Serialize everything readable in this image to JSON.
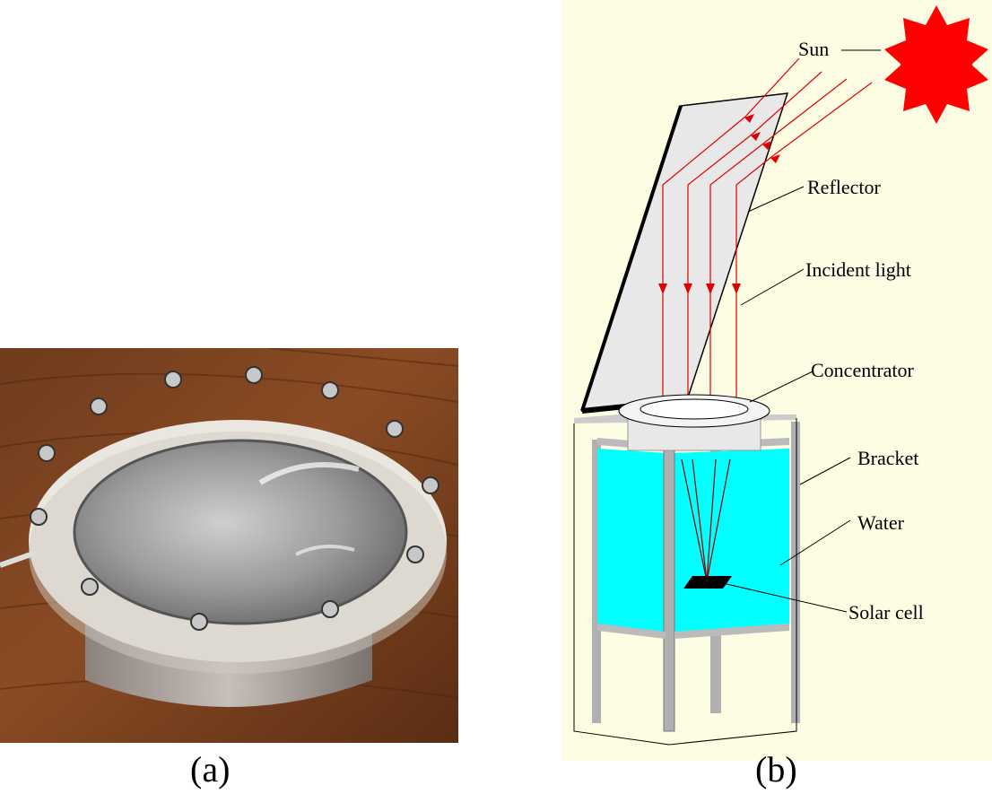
{
  "panel_a": {
    "caption": "(a)",
    "photo_subject": "concentrator-lens-with-bolted-flange"
  },
  "panel_b": {
    "caption": "(b)",
    "labels": {
      "sun": "Sun",
      "reflector": "Reflector",
      "incident_light": "Incident light",
      "concentrator": "Concentrator",
      "bracket": "Bracket",
      "water": "Water",
      "solar_cell": "Solar cell"
    },
    "colors": {
      "background": "#fdfde4",
      "sun": "#ff0000",
      "rays": "#e00000",
      "water": "#00ffff",
      "bracket": "#b0b0b0",
      "reflector": "#e8e8e8"
    }
  }
}
